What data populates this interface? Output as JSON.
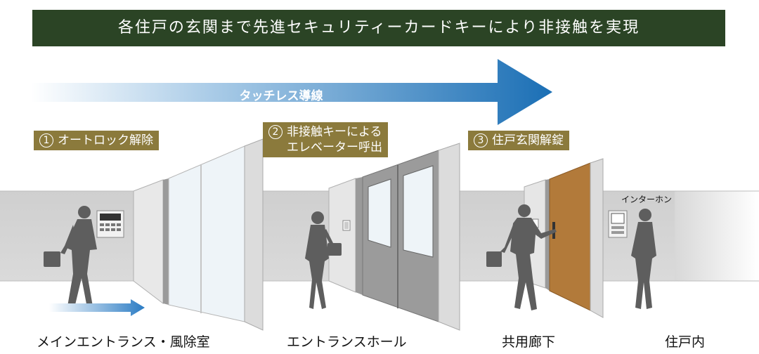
{
  "banner": {
    "title": "各住戸の玄関まで先進セキュリティーカードキーにより非接触を実現"
  },
  "flow": {
    "label": "タッチレス導線"
  },
  "steps": [
    {
      "num": "1",
      "line1": "オートロック解除"
    },
    {
      "num": "2",
      "line1": "非接触キーによる",
      "line2": "エレベーター呼出"
    },
    {
      "num": "3",
      "line1": "住戸玄関解錠"
    }
  ],
  "locations": [
    "メインエントランス・風除室",
    "エントランスホール",
    "共用廊下",
    "住戸内"
  ],
  "intercom": {
    "label": "インターホン"
  },
  "colors": {
    "banner_bg": "#2b4425",
    "step_bg": "#8b7a3c",
    "arrow": "#1f73b7",
    "door": "#b27a3a",
    "wall": "#d3d3d3"
  }
}
